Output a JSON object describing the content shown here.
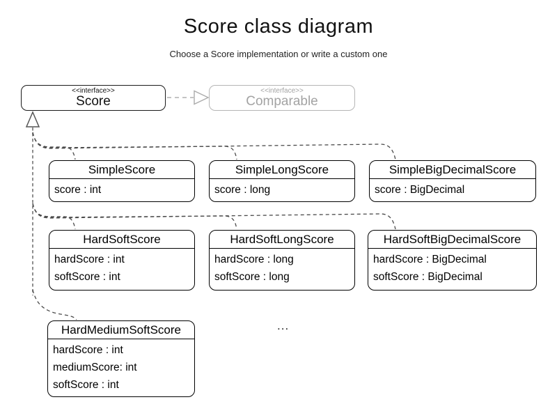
{
  "title": "Score class diagram",
  "subtitle": "Choose a Score implementation or write a custom one",
  "score_interface": {
    "stereotype": "<<interface>>",
    "name": "Score"
  },
  "comparable_interface": {
    "stereotype": "<<interface>>",
    "name": "Comparable"
  },
  "classes": [
    {
      "name": "SimpleScore",
      "attributes": [
        "score : int"
      ]
    },
    {
      "name": "SimpleLongScore",
      "attributes": [
        "score : long"
      ]
    },
    {
      "name": "SimpleBigDecimalScore",
      "attributes": [
        "score : BigDecimal"
      ]
    },
    {
      "name": "HardSoftScore",
      "attributes": [
        "hardScore : int",
        "softScore : int"
      ]
    },
    {
      "name": "HardSoftLongScore",
      "attributes": [
        "hardScore : long",
        "softScore : long"
      ]
    },
    {
      "name": "HardSoftBigDecimalScore",
      "attributes": [
        "hardScore : BigDecimal",
        "softScore : BigDecimal"
      ]
    },
    {
      "name": "HardMediumSoftScore",
      "attributes": [
        "hardScore : int",
        "mediumScore: int",
        "softScore : int"
      ]
    }
  ],
  "ellipsis": "...",
  "colors": {
    "box_border": "#000000",
    "muted_gray": "#a3a3a3",
    "connector_dark": "#4a4a4a",
    "connector_trunk": "#7a7a7a",
    "connector_muted": "#b5b5b5"
  }
}
